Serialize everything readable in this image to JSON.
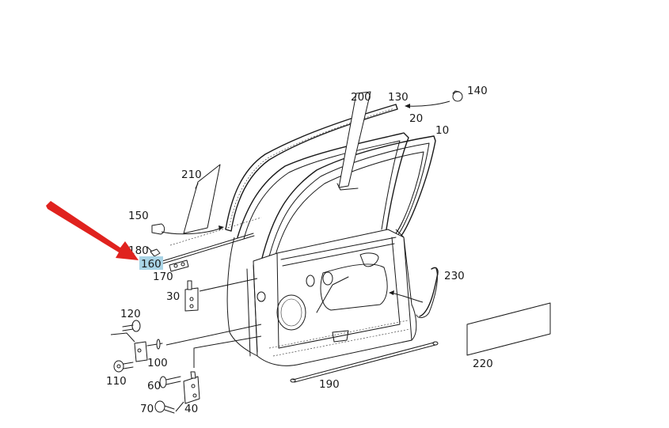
{
  "diagram": {
    "title": "Front door assembly exploded view",
    "callouts": [
      {
        "id": "10",
        "label": "10"
      },
      {
        "id": "20",
        "label": "20"
      },
      {
        "id": "30",
        "label": "30"
      },
      {
        "id": "40",
        "label": "40"
      },
      {
        "id": "60",
        "label": "60"
      },
      {
        "id": "70",
        "label": "70"
      },
      {
        "id": "100",
        "label": "100"
      },
      {
        "id": "110",
        "label": "110"
      },
      {
        "id": "120",
        "label": "120"
      },
      {
        "id": "130",
        "label": "130"
      },
      {
        "id": "140",
        "label": "140"
      },
      {
        "id": "150",
        "label": "150"
      },
      {
        "id": "160",
        "label": "160"
      },
      {
        "id": "170",
        "label": "170"
      },
      {
        "id": "180",
        "label": "180"
      },
      {
        "id": "190",
        "label": "190"
      },
      {
        "id": "200",
        "label": "200"
      },
      {
        "id": "210",
        "label": "210"
      },
      {
        "id": "220",
        "label": "220"
      },
      {
        "id": "230",
        "label": "230"
      }
    ],
    "highlighted_part": "160",
    "colors": {
      "highlight": "#a9d4e6",
      "pointer_arrow": "#e0221e",
      "line": "#1a1a1a",
      "background": "#ffffff"
    }
  }
}
